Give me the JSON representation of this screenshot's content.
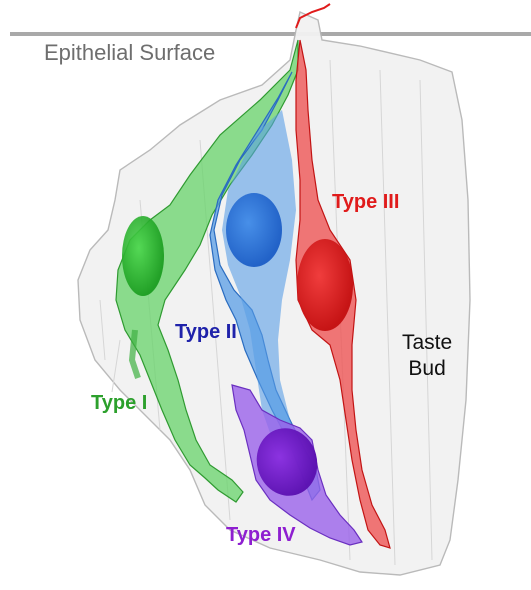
{
  "labels": {
    "epithelial_surface": "Epithelial Surface",
    "type_i": "Type I",
    "type_ii": "Type II",
    "type_iii": "Type III",
    "type_iv": "Type IV",
    "taste_bud_line1": "Taste",
    "taste_bud_line2": "Bud"
  },
  "colors": {
    "surface_line": "#a9a9a9",
    "bud_fill": "#f2f2f2",
    "bud_edge": "#b7b7b7",
    "type_i": "#2ca02c",
    "type_ii": "#1f22aa",
    "type_iii": "#e01b1b",
    "type_iv": "#8e1fd0",
    "cell_i_fill": "#67d36a",
    "cell_ii_fill": "#5a9ee6",
    "cell_iii_fill": "#ee5555",
    "cell_iv_fill": "#9a62ea"
  }
}
